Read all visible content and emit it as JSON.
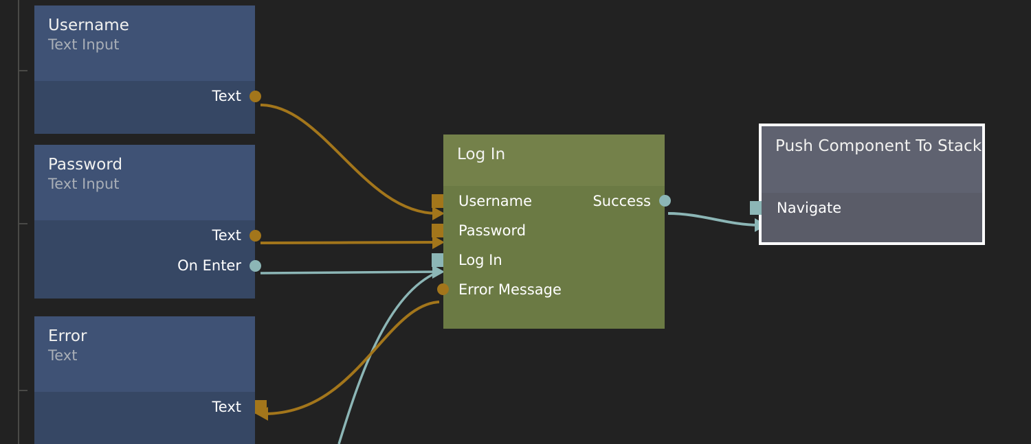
{
  "canvas": {
    "background_color": "#222222",
    "ruler": {
      "name": "vertical-ruler",
      "ticks": [
        102,
        325,
        568
      ]
    }
  },
  "colors": {
    "background": "#222222",
    "node_blue_header": "#3f5275",
    "node_blue_body": "#364764",
    "node_green_header": "#74814a",
    "node_green_body": "#6b7a44",
    "node_selected_header": "#5f6270",
    "node_selected_body": "#5a5c68",
    "selection_border": "#ffffff",
    "wire_data": "#a3761b",
    "wire_event": "#8cb6b6",
    "label_primary": "#ffffff",
    "label_secondary": "#a9afb7"
  },
  "nodes": [
    {
      "id": "username",
      "title": "Username",
      "subtitle": "Text Input",
      "selected": false,
      "outputs": [
        {
          "label": "Text",
          "type": "data",
          "marker": "dot"
        }
      ],
      "inputs": []
    },
    {
      "id": "password",
      "title": "Password",
      "subtitle": "Text Input",
      "selected": false,
      "outputs": [
        {
          "label": "Text",
          "type": "data",
          "marker": "dot"
        },
        {
          "label": "On Enter",
          "type": "event",
          "marker": "dot"
        }
      ],
      "inputs": []
    },
    {
      "id": "error",
      "title": "Error",
      "subtitle": "Text",
      "selected": false,
      "outputs": [],
      "inputs": [
        {
          "label": "Text",
          "type": "data",
          "marker": "triangle-in-right"
        }
      ]
    },
    {
      "id": "login",
      "title": "Log In",
      "subtitle": "",
      "selected": false,
      "inputs": [
        {
          "label": "Username",
          "type": "data",
          "marker": "triangle"
        },
        {
          "label": "Password",
          "type": "data",
          "marker": "triangle"
        },
        {
          "label": "Log In",
          "type": "event",
          "marker": "triangle"
        },
        {
          "label": "Error Message",
          "type": "data",
          "marker": "dot"
        }
      ],
      "outputs": [
        {
          "label": "Success",
          "type": "event",
          "marker": "dot"
        }
      ]
    },
    {
      "id": "push-component-to-stack",
      "title": "Push Component To Stack",
      "subtitle": "",
      "selected": true,
      "inputs": [
        {
          "label": "Navigate",
          "type": "event",
          "marker": "triangle"
        }
      ],
      "outputs": []
    }
  ],
  "connections": [
    {
      "id": "username-text-to-login-username",
      "from": "username.Text",
      "to": "login.Username",
      "type": "data"
    },
    {
      "id": "password-text-to-login-password",
      "from": "password.Text",
      "to": "login.Password",
      "type": "data"
    },
    {
      "id": "password-onenter-to-login-login",
      "from": "password.On Enter",
      "to": "login.Log In",
      "type": "event"
    },
    {
      "id": "offscreen-to-login-login",
      "from": "offscreen",
      "to": "login.Log In",
      "type": "event"
    },
    {
      "id": "login-errormessage-to-error-text",
      "from": "login.Error Message",
      "to": "error.Text",
      "type": "data"
    },
    {
      "id": "login-success-to-push-navigate",
      "from": "login.Success",
      "to": "push-component-to-stack.Navigate",
      "type": "event"
    }
  ]
}
